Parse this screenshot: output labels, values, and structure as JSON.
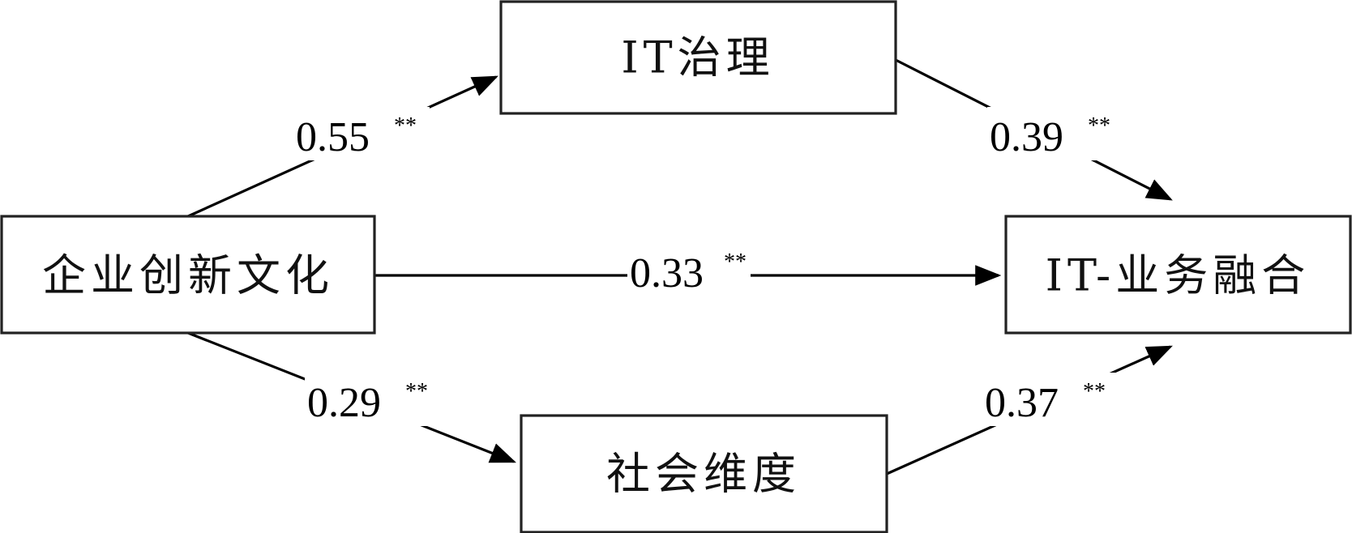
{
  "nodes": {
    "culture": {
      "label": "企业创新文化"
    },
    "it_governance": {
      "label": "IT治理"
    },
    "social": {
      "label": "社会维度"
    },
    "integration": {
      "label": "IT-业务融合"
    }
  },
  "paths": [
    {
      "id": "culture-to-itgov",
      "from": "culture",
      "to": "it_governance",
      "coefficient": "0.55",
      "significance": "**"
    },
    {
      "id": "itgov-to-integration",
      "from": "it_governance",
      "to": "integration",
      "coefficient": "0.39",
      "significance": "**"
    },
    {
      "id": "culture-to-integration",
      "from": "culture",
      "to": "integration",
      "coefficient": "0.33",
      "significance": "**"
    },
    {
      "id": "culture-to-social",
      "from": "culture",
      "to": "social",
      "coefficient": "0.29",
      "significance": "**"
    },
    {
      "id": "social-to-integration",
      "from": "social",
      "to": "integration",
      "coefficient": "0.37",
      "significance": "**"
    }
  ],
  "colors": {
    "line": "#000000",
    "box_border": "#222222",
    "text": "#111111",
    "background": "#ffffff"
  }
}
